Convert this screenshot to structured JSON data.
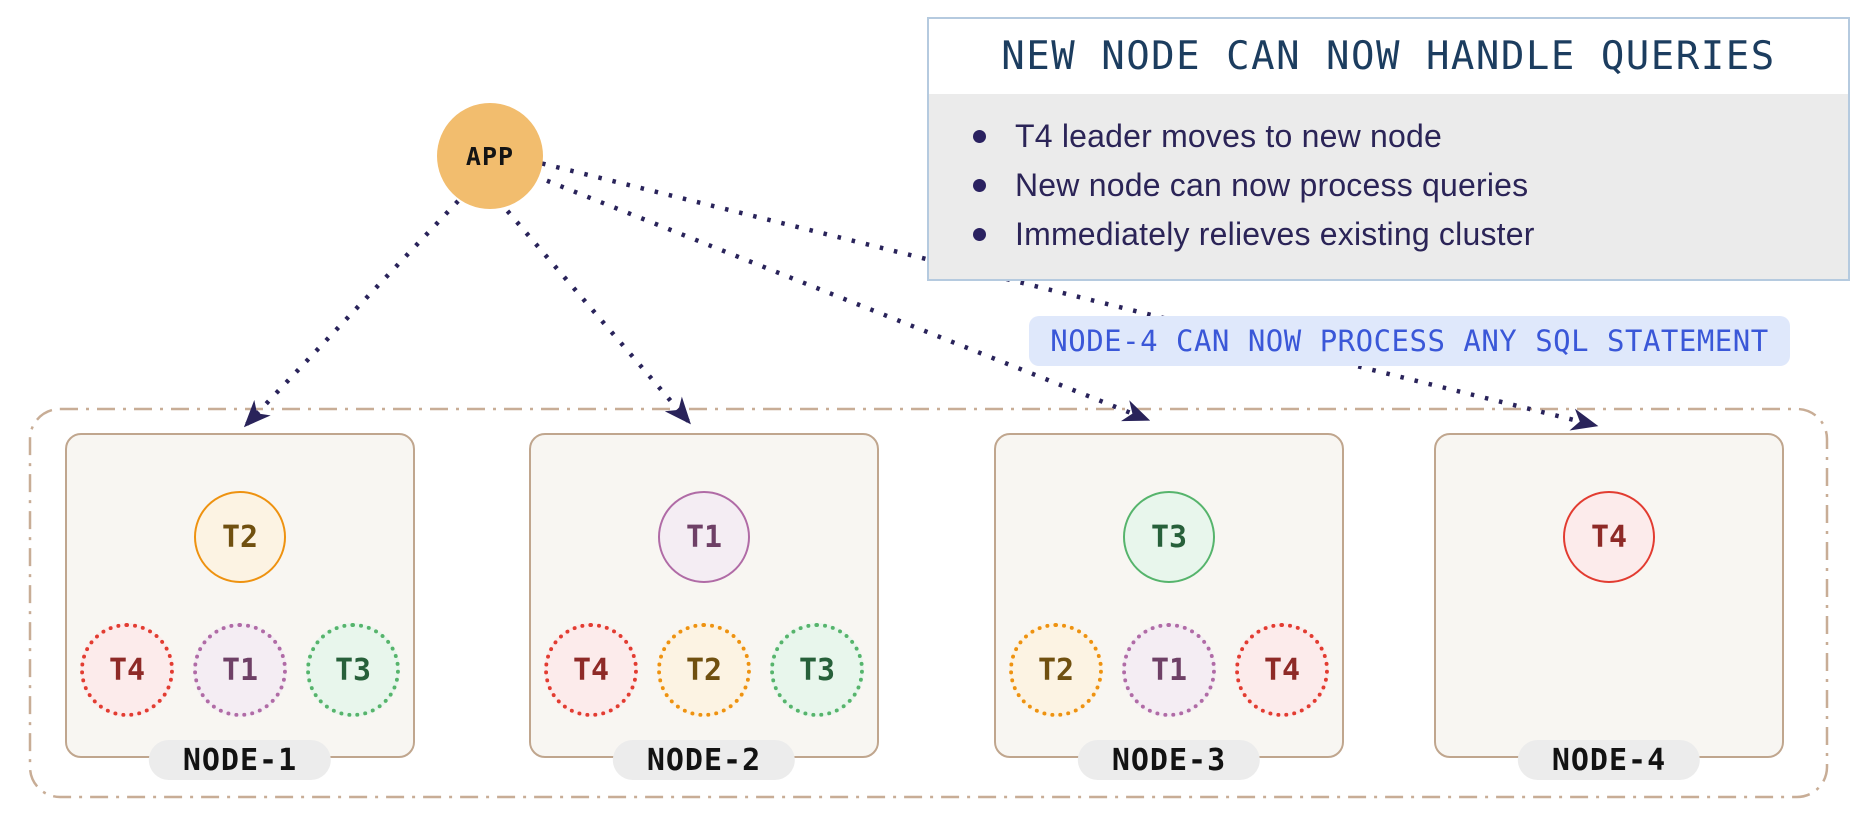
{
  "app": {
    "label": "APP"
  },
  "info_box": {
    "title": "NEW NODE CAN NOW HANDLE QUERIES",
    "bullets": [
      "T4 leader moves to new node",
      "New node can now process queries",
      "Immediately relieves existing cluster"
    ]
  },
  "callout": {
    "text": "NODE-4 CAN NOW PROCESS ANY SQL STATEMENT"
  },
  "cluster": {
    "nodes": [
      {
        "name": "NODE-1",
        "leader": "T2",
        "followers": [
          "T4",
          "T1",
          "T3"
        ]
      },
      {
        "name": "NODE-2",
        "leader": "T1",
        "followers": [
          "T4",
          "T2",
          "T3"
        ]
      },
      {
        "name": "NODE-3",
        "leader": "T3",
        "followers": [
          "T2",
          "T1",
          "T4"
        ]
      },
      {
        "name": "NODE-4",
        "leader": "T4",
        "followers": []
      }
    ]
  },
  "colors": {
    "T1": {
      "border": "#b06ba6",
      "fill": "#f4edf3",
      "text": "#6e4066"
    },
    "T2": {
      "border": "#ee9210",
      "fill": "#fcf3e3",
      "text": "#705010"
    },
    "T3": {
      "border": "#56b46c",
      "fill": "#e8f6ec",
      "text": "#27603a"
    },
    "T4": {
      "border": "#e23c31",
      "fill": "#fcebeb",
      "text": "#8e2a27"
    },
    "arrow": "#29235a",
    "boundary": "#c8ad96",
    "app_fill": "#f2bd6e",
    "callout_bg": "#dfe8fb",
    "callout_text": "#3a57d8",
    "info_border": "#b5cadf",
    "info_title_text": "#1c3d5f",
    "info_body_bg": "#ebebeb",
    "info_bullet_text": "#2b2457"
  }
}
